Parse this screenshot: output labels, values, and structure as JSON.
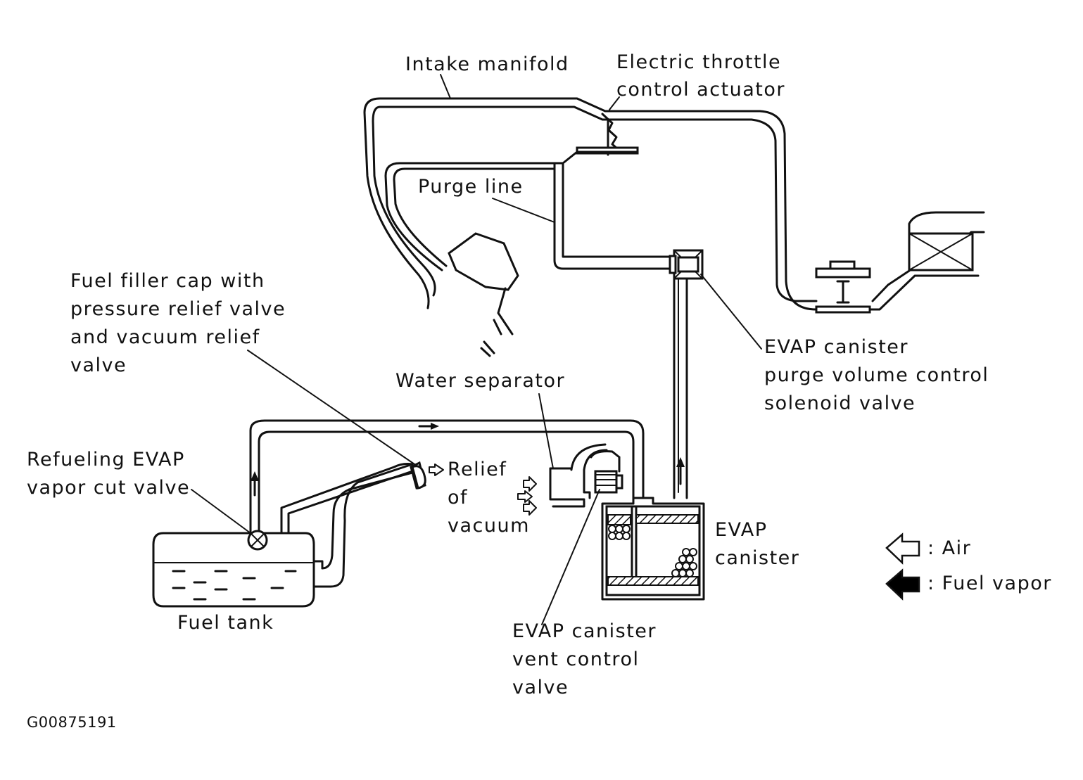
{
  "labels": {
    "intake_manifold": "Intake manifold",
    "electric_throttle": [
      "Electric throttle",
      "control actuator"
    ],
    "purge_line": "Purge line",
    "fuel_filler_cap": [
      "Fuel filler cap with",
      "pressure relief valve",
      "and vacuum relief",
      "valve"
    ],
    "water_separator": "Water separator",
    "evap_purge_valve": [
      "EVAP canister",
      "purge volume control",
      "solenoid valve"
    ],
    "refueling_cut_valve": [
      "Refueling EVAP",
      "vapor cut valve"
    ],
    "relief_of_vacuum": [
      "Relief",
      "of",
      "vacuum"
    ],
    "evap_canister": [
      "EVAP",
      "canister"
    ],
    "fuel_tank": "Fuel tank",
    "evap_vent_valve": [
      "EVAP canister",
      "vent control",
      "valve"
    ],
    "figure_code": "G00875191"
  },
  "legend": [
    {
      "icon": "air-arrow-icon",
      "label": ": Air",
      "color": "#ffffff"
    },
    {
      "icon": "fuel-vapor-arrow-icon",
      "label": ": Fuel vapor",
      "color": "#000000"
    }
  ]
}
